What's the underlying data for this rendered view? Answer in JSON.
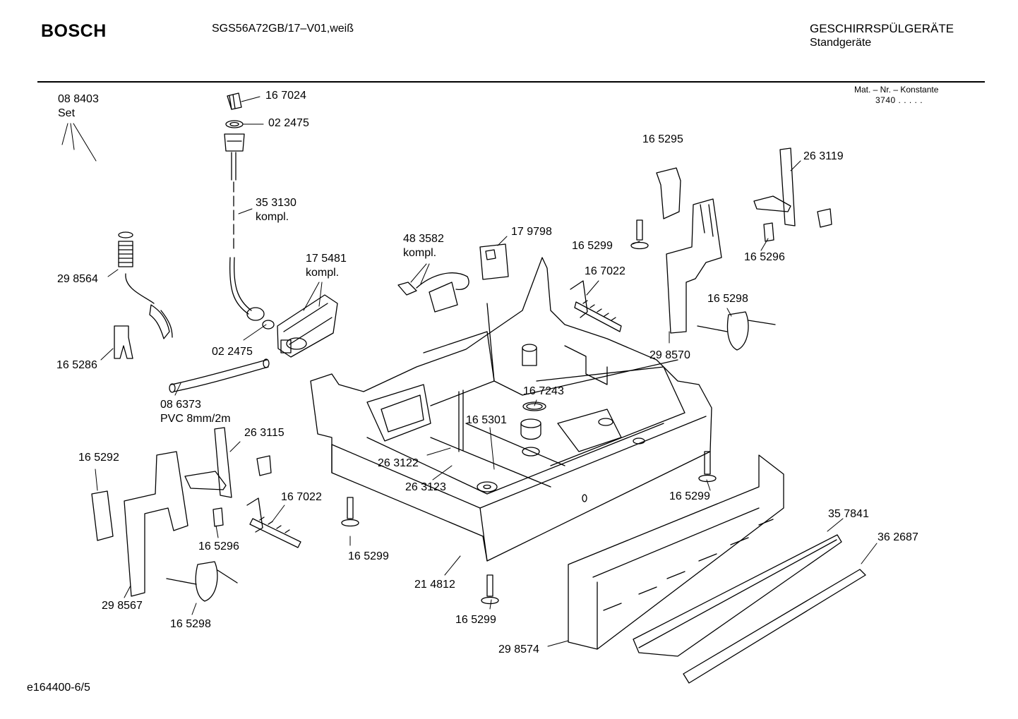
{
  "header": {
    "brand": "BOSCH",
    "model": "SGS56A72GB/17–V01,weiß",
    "category": "GESCHIRRSPÜLGERÄTE",
    "subcategory": "Standgeräte",
    "mat_nr_label": "Mat. – Nr. – Konstante",
    "mat_nr_value": "3740 .  .  .  .  ."
  },
  "footer": {
    "drawing_id": "e164400-6/5"
  },
  "parts": [
    {
      "id": "p-088403",
      "lines": [
        "08 8403",
        "Set"
      ]
    },
    {
      "id": "p-167024",
      "lines": [
        "16 7024"
      ]
    },
    {
      "id": "p-022475a",
      "lines": [
        "02 2475"
      ]
    },
    {
      "id": "p-353130",
      "lines": [
        "35 3130",
        "kompl."
      ]
    },
    {
      "id": "p-298564",
      "lines": [
        "29 8564"
      ]
    },
    {
      "id": "p-175481",
      "lines": [
        "17 5481",
        "kompl."
      ]
    },
    {
      "id": "p-483582",
      "lines": [
        "48 3582",
        "kompl."
      ]
    },
    {
      "id": "p-179798",
      "lines": [
        "17 9798"
      ]
    },
    {
      "id": "p-165295",
      "lines": [
        "16 5295"
      ]
    },
    {
      "id": "p-263119",
      "lines": [
        "26 3119"
      ]
    },
    {
      "id": "p-165299a",
      "lines": [
        "16 5299"
      ]
    },
    {
      "id": "p-167022a",
      "lines": [
        "16 7022"
      ]
    },
    {
      "id": "p-165296a",
      "lines": [
        "16 5296"
      ]
    },
    {
      "id": "p-165298a",
      "lines": [
        "16 5298"
      ]
    },
    {
      "id": "p-298570",
      "lines": [
        "29 8570"
      ]
    },
    {
      "id": "p-165286",
      "lines": [
        "16 5286"
      ]
    },
    {
      "id": "p-022475b",
      "lines": [
        "02 2475"
      ]
    },
    {
      "id": "p-086373",
      "lines": [
        "08 6373",
        "PVC 8mm/2m"
      ]
    },
    {
      "id": "p-263115",
      "lines": [
        "26 3115"
      ]
    },
    {
      "id": "p-165292",
      "lines": [
        "16 5292"
      ]
    },
    {
      "id": "p-167243",
      "lines": [
        "16 7243"
      ]
    },
    {
      "id": "p-165301",
      "lines": [
        "16 5301"
      ]
    },
    {
      "id": "p-263122",
      "lines": [
        "26 3122"
      ]
    },
    {
      "id": "p-263123",
      "lines": [
        "26 3123"
      ]
    },
    {
      "id": "p-165299b",
      "lines": [
        "16 5299"
      ]
    },
    {
      "id": "p-167022b",
      "lines": [
        "16 7022"
      ]
    },
    {
      "id": "p-165296b",
      "lines": [
        "16 5296"
      ]
    },
    {
      "id": "p-165299c",
      "lines": [
        "16 5299"
      ]
    },
    {
      "id": "p-357841",
      "lines": [
        "35 7841"
      ]
    },
    {
      "id": "p-362687",
      "lines": [
        "36 2687"
      ]
    },
    {
      "id": "p-298567",
      "lines": [
        "29 8567"
      ]
    },
    {
      "id": "p-165298b",
      "lines": [
        "16 5298"
      ]
    },
    {
      "id": "p-214812",
      "lines": [
        "21 4812"
      ]
    },
    {
      "id": "p-165299d",
      "lines": [
        "16 5299"
      ]
    },
    {
      "id": "p-298574",
      "lines": [
        "29 8574"
      ]
    }
  ]
}
